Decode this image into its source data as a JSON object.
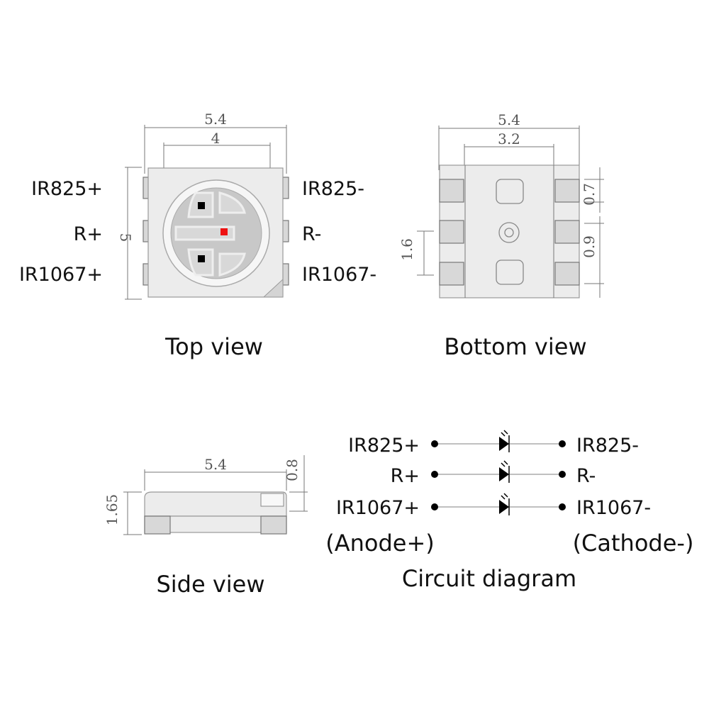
{
  "top_view": {
    "caption": "Top view",
    "dim_width": "5.4",
    "dim_inner": "4",
    "dim_height": "5",
    "pins_left": [
      "IR825+",
      "R+",
      "IR1067+"
    ],
    "pins_right": [
      "IR825-",
      "R-",
      "IR1067-"
    ],
    "chip_colors": [
      "#000000",
      "#ee1111",
      "#000000"
    ]
  },
  "bottom_view": {
    "caption": "Bottom view",
    "dim_width": "5.4",
    "dim_inner": "3.2",
    "dim_pad": "0.7",
    "dim_pitch": "0.9",
    "dim_span": "1.6"
  },
  "side_view": {
    "caption": "Side view",
    "dim_width": "5.4",
    "dim_height": "1.65",
    "dim_top": "0.8"
  },
  "circuit": {
    "caption": "Circuit diagram",
    "anodes": [
      "IR825+",
      "R+",
      "IR1067+"
    ],
    "cathodes": [
      "IR825-",
      "R-",
      "IR1067-"
    ],
    "anode_note": "(Anode+)",
    "cathode_note": "(Cathode-)"
  }
}
